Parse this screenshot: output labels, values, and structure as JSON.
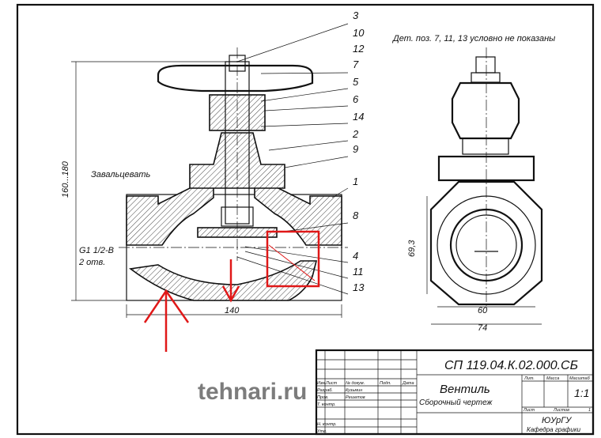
{
  "note": "Дет. поз. 7, 11, 13 условно не показаны",
  "positions": [
    "3",
    "10",
    "12",
    "7",
    "5",
    "6",
    "14",
    "2",
    "9",
    "1",
    "8",
    "4",
    "11",
    "13"
  ],
  "labels": {
    "roll": "Завальцевать",
    "thread": "G1 1/2-B",
    "holes": "2 отв.",
    "dim_height": "160...180",
    "dim_length": "140",
    "dim_side_height": "69,3",
    "dim_side_60": "60",
    "dim_side_74": "74"
  },
  "title_block": {
    "code": "СП 119.04.К.02.000.СБ",
    "name": "Вентиль",
    "doc_type": "Сборочный чертеж",
    "scale": "1:1",
    "org": "ЮУрГУ",
    "dept": "Кафедра графики",
    "headers": {
      "izm": "Изм.",
      "list": "Лист",
      "doc": "№ докум.",
      "sign": "Подп.",
      "date": "Дата",
      "lit": "Лит.",
      "mass": "Масса",
      "scale": "Масштаб",
      "sheet": "Лист",
      "sheets": "Листов",
      "sheets_val": "1"
    },
    "roles": {
      "dev": "Разраб.",
      "dev_name": "Кузьмин",
      "check": "Пров.",
      "check_name": "Решетов",
      "tcontrol": "Т. контр.",
      "ncontrol": "Н. контр.",
      "approve": "Утв."
    }
  },
  "watermark": "tehnari.ru",
  "colors": {
    "annotation": "#e01818",
    "watermark": "#3a8fd0"
  }
}
